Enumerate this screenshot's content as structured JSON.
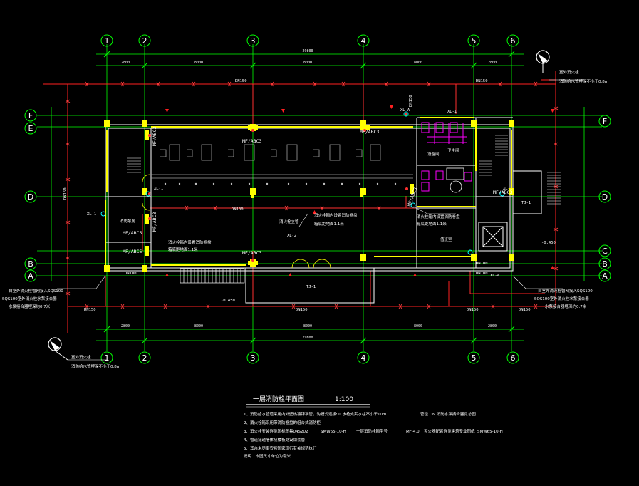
{
  "axes": {
    "columns": [
      "1",
      "2",
      "3",
      "4",
      "5",
      "6"
    ],
    "rows": [
      "F",
      "E",
      "D",
      "B",
      "A"
    ],
    "rows_right": [
      "F",
      "D",
      "C",
      "B",
      "A"
    ]
  },
  "dimensions": {
    "overall": "29800",
    "spans": [
      "2800",
      "8000",
      "8000",
      "8000",
      "2800"
    ]
  },
  "pipes": {
    "main": "DN150",
    "branch": "DN100",
    "riser_a": "XL-A",
    "riser_1": "XL-1",
    "riser_2": "XL-2",
    "pump": "TJ-1",
    "cabinet": "MF/ABC3",
    "cabinet_5": "MF/ABC5",
    "elevation": "-0.450"
  },
  "notes": {
    "left_connection": "自室外消火栓管网接入SQS100",
    "left_valve": "SQS100室外消火栓水泵接合器",
    "left_depth": "水泵接合器埋深约0.7米",
    "right_connection": "自室外消火栓管网接入SQS100",
    "right_valve": "SQS100室外消火栓水泵接合器",
    "right_depth": "水泵接合器埋深约0.7米",
    "top_right": "室外消火栓",
    "top_right_sub": "消防给水管埋深不小于0.8m",
    "bottom_left": "室外消火栓",
    "bottom_left_sub": "消防给水管埋深不小于0.8m",
    "room_pump": "消防泵房",
    "room_lobby": "值班室",
    "room_mech": "设备间",
    "cabinet_note": "消火栓箱内设置消防卷盘",
    "cabinet_note_2": "箱底距地面1.1米",
    "riser_note": "消火栓立管",
    "wc_label": "卫生间"
  },
  "title": {
    "name": "一层消防栓平面图",
    "scale": "1:100"
  },
  "general_notes": [
    "1、消防给水管道采用内外壁热镀锌钢管，沟槽式连接",
    "2、消火栓箱采用带消防卷盘的组合式消防柜",
    "3、消火栓安装详见国标图集04S202",
    "4、管道穿越墙体及楼板处设钢套管",
    "5、其余未尽事宜按国家现行有关规范执行",
    "说明：本图尺寸单位为毫米"
  ],
  "general_notes_extra": [
    "2.0  水枪充实水柱不小于10m",
    "管径 DN  消防水泵接合器见总图",
    "SMW65-10-H",
    "一层消防栓箱型号",
    "MF-4.0",
    "灭火器配置详见建筑专业图纸",
    "SMW65-10-H"
  ]
}
